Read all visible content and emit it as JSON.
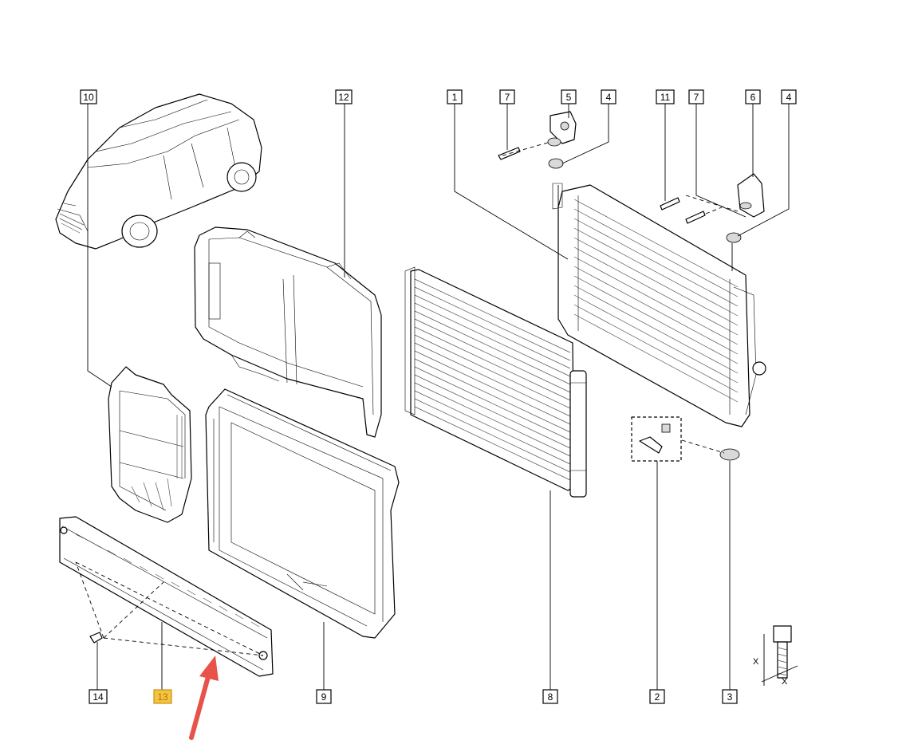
{
  "diagram": {
    "callouts": [
      {
        "id": "c10",
        "label": "10"
      },
      {
        "id": "c12",
        "label": "12"
      },
      {
        "id": "c1",
        "label": "1"
      },
      {
        "id": "c7a",
        "label": "7"
      },
      {
        "id": "c5",
        "label": "5"
      },
      {
        "id": "c4a",
        "label": "4"
      },
      {
        "id": "c11",
        "label": "11"
      },
      {
        "id": "c7b",
        "label": "7"
      },
      {
        "id": "c6",
        "label": "6"
      },
      {
        "id": "c4b",
        "label": "4"
      },
      {
        "id": "c14",
        "label": "14"
      },
      {
        "id": "c13",
        "label": "13",
        "highlighted": true
      },
      {
        "id": "c9",
        "label": "9"
      },
      {
        "id": "c8",
        "label": "8"
      },
      {
        "id": "c2",
        "label": "2"
      },
      {
        "id": "c3",
        "label": "3"
      }
    ],
    "torque_symbol": {
      "label_a": "X",
      "label_b": "X"
    },
    "colors": {
      "highlight": "#f5c242",
      "arrow": "#e8524a",
      "line": "#000000"
    }
  }
}
